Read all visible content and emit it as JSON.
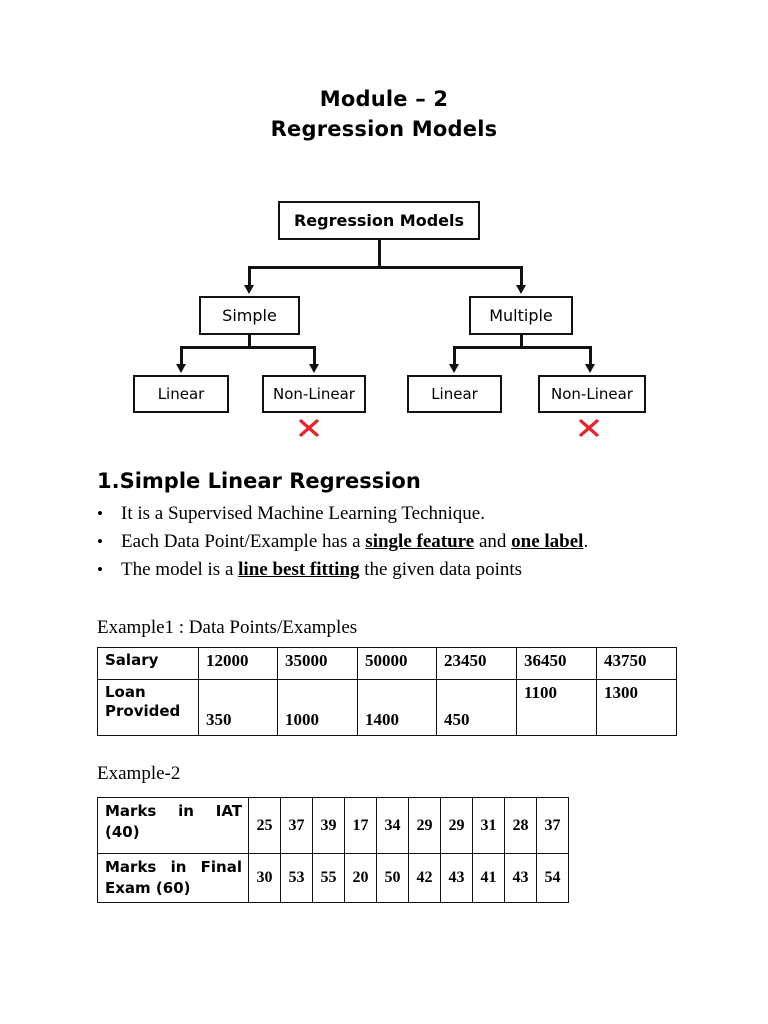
{
  "title": {
    "line1": "Module – 2",
    "line2": "Regression Models"
  },
  "diagram": {
    "root": "Regression Models",
    "level2": [
      {
        "label": "Simple"
      },
      {
        "label": "Multiple"
      }
    ],
    "level3": [
      {
        "label": "Linear",
        "crossed": false
      },
      {
        "label": "Non-Linear",
        "crossed": true
      },
      {
        "label": "Linear",
        "crossed": false
      },
      {
        "label": "Non-Linear",
        "crossed": true
      }
    ],
    "cross_color": "#e8212b",
    "line_color": "#111111"
  },
  "section": {
    "heading": "1.Simple Linear Regression",
    "bullet_marker": "•",
    "bullets": [
      {
        "parts": [
          {
            "text": "It is a Supervised Machine Learning Technique.",
            "style": "normal"
          }
        ]
      },
      {
        "parts": [
          {
            "text": "Each Data Point/Example has a ",
            "style": "normal"
          },
          {
            "text": "single feature",
            "style": "bold-underline"
          },
          {
            "text": " and ",
            "style": "normal"
          },
          {
            "text": "one label",
            "style": "bold-underline"
          },
          {
            "text": ".",
            "style": "normal"
          }
        ]
      },
      {
        "parts": [
          {
            "text": "The model is a ",
            "style": "normal"
          },
          {
            "text": "line best fitting",
            "style": "bold-underline"
          },
          {
            "text": " the given data points",
            "style": "normal"
          }
        ]
      }
    ]
  },
  "example1": {
    "caption": "Example1 : Data Points/Examples",
    "rows": [
      {
        "header": "Salary",
        "header_lines": [
          "Salary"
        ],
        "values": [
          "12000",
          "35000",
          "50000",
          "23450",
          "36450",
          "43750"
        ],
        "align": [
          "top",
          "top",
          "top",
          "top",
          "top",
          "top"
        ]
      },
      {
        "header": "Loan Provided",
        "header_lines": [
          "Loan",
          "Provided"
        ],
        "values": [
          "350",
          "1000",
          "1400",
          "450",
          "1100",
          "1300"
        ],
        "align": [
          "bottom",
          "bottom",
          "bottom",
          "bottom",
          "top",
          "top"
        ]
      }
    ]
  },
  "example2": {
    "caption": "Example-2",
    "rows": [
      {
        "header": "Marks in IAT (40)",
        "header_lines": [
          "Marks  in  IAT",
          "(40)"
        ],
        "values": [
          "25",
          "37",
          "39",
          "17",
          "34",
          "29",
          "29",
          "31",
          "28",
          "37"
        ]
      },
      {
        "header": "Marks in Final Exam (60)",
        "header_lines": [
          "Marks in Final",
          "Exam (60)"
        ],
        "values": [
          "30",
          "53",
          "55",
          "20",
          "50",
          "42",
          "43",
          "41",
          "43",
          "54"
        ]
      }
    ]
  }
}
